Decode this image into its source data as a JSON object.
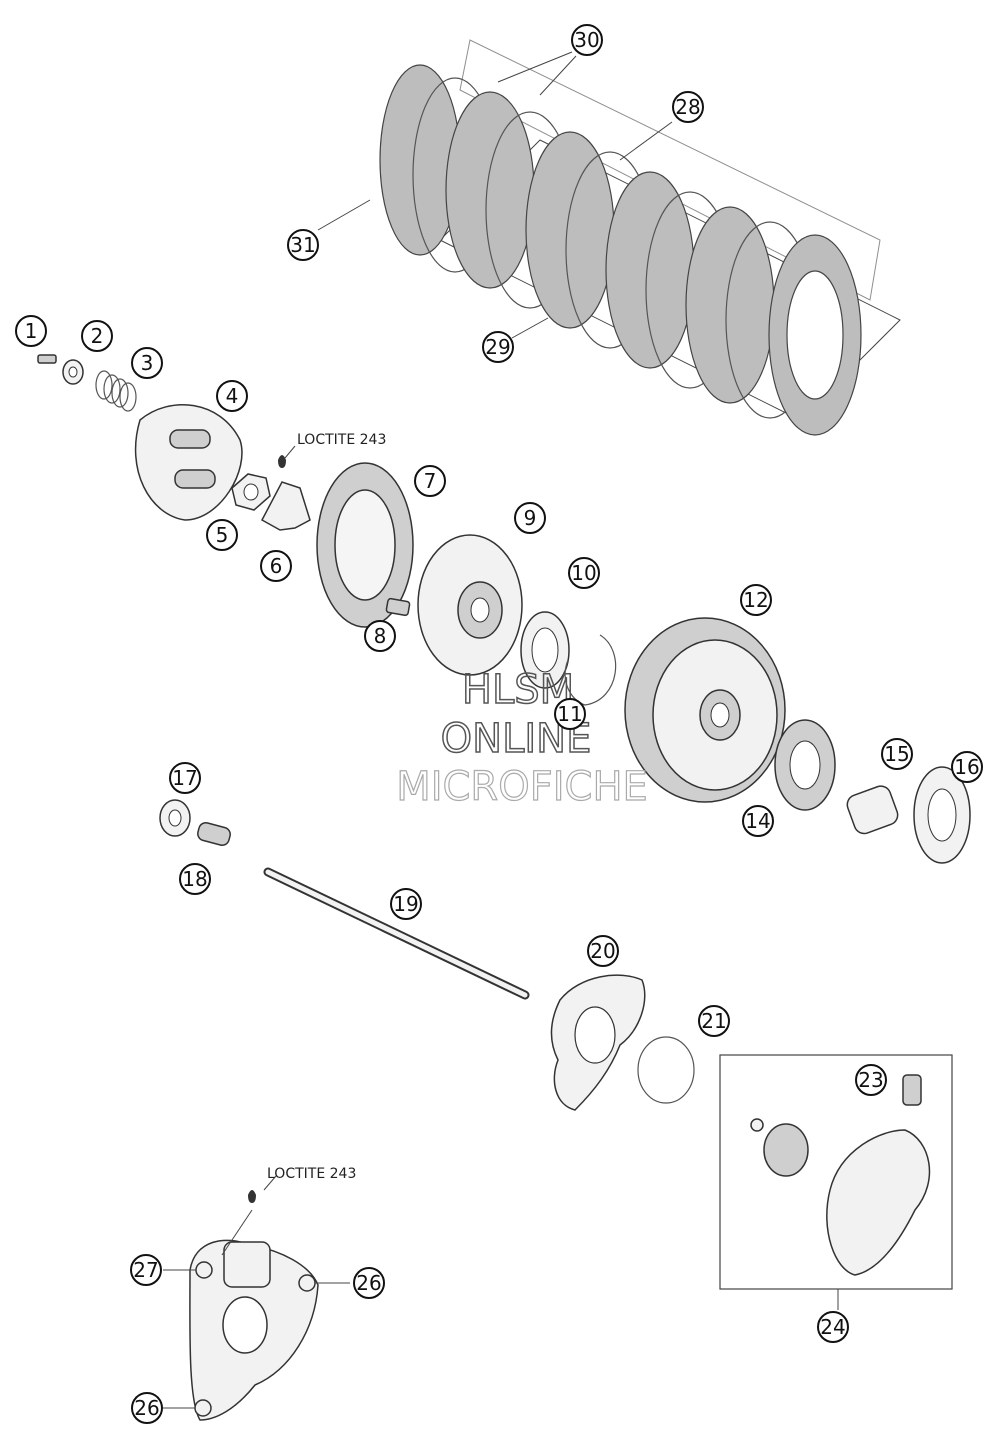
{
  "callouts": [
    {
      "id": "c1",
      "label": "1"
    },
    {
      "id": "c2",
      "label": "2"
    },
    {
      "id": "c3",
      "label": "3"
    },
    {
      "id": "c4",
      "label": "4"
    },
    {
      "id": "c5",
      "label": "5"
    },
    {
      "id": "c6",
      "label": "6"
    },
    {
      "id": "c7",
      "label": "7"
    },
    {
      "id": "c8",
      "label": "8"
    },
    {
      "id": "c9",
      "label": "9"
    },
    {
      "id": "c10",
      "label": "10"
    },
    {
      "id": "c11",
      "label": "11"
    },
    {
      "id": "c12",
      "label": "12"
    },
    {
      "id": "c14",
      "label": "14"
    },
    {
      "id": "c15",
      "label": "15"
    },
    {
      "id": "c16",
      "label": "16"
    },
    {
      "id": "c17",
      "label": "17"
    },
    {
      "id": "c18",
      "label": "18"
    },
    {
      "id": "c19",
      "label": "19"
    },
    {
      "id": "c20",
      "label": "20"
    },
    {
      "id": "c21",
      "label": "21"
    },
    {
      "id": "c23",
      "label": "23"
    },
    {
      "id": "c24",
      "label": "24"
    },
    {
      "id": "c26a",
      "label": "26"
    },
    {
      "id": "c26b",
      "label": "26"
    },
    {
      "id": "c27",
      "label": "27"
    },
    {
      "id": "c28",
      "label": "28"
    },
    {
      "id": "c29",
      "label": "29"
    },
    {
      "id": "c30",
      "label": "30"
    },
    {
      "id": "c31",
      "label": "31"
    }
  ],
  "notes": {
    "loctite_upper": "LOCTITE 243",
    "loctite_lower": "LOCTITE 243"
  },
  "watermark": {
    "line1": "HLSM",
    "line2": "ONLINE",
    "line3": "MICROFICHE"
  }
}
